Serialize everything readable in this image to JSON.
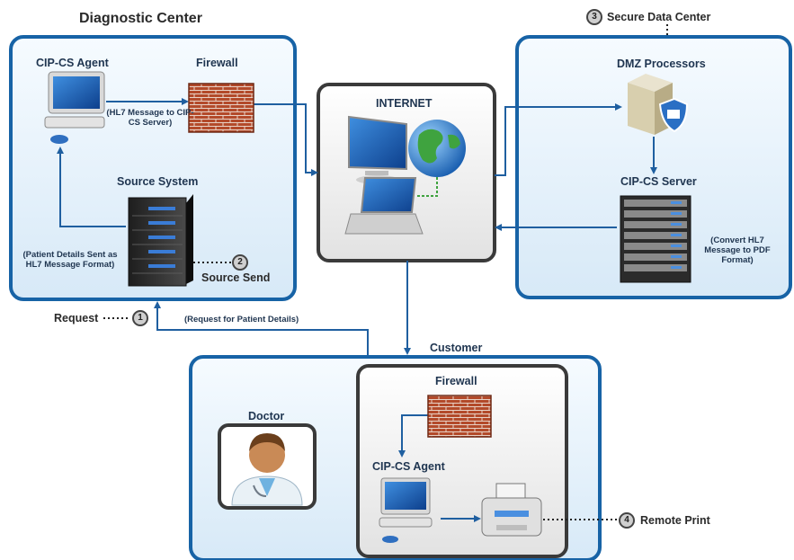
{
  "title": "Diagnostic Center",
  "diagnostic_center": {
    "agent_label": "CIP-CS Agent",
    "firewall_label": "Firewall",
    "hl7_note": "(HL7 Message to CIP-CS Server)",
    "source_system_label": "Source System",
    "patient_note": "(Patient Details Sent as HL7 Message Format)",
    "source_send": "Source Send",
    "source_send_number": "2"
  },
  "internet": {
    "label": "INTERNET"
  },
  "secure_data_center": {
    "label": "Secure Data Center",
    "number": "3",
    "dmz_label": "DMZ Processors",
    "server_label": "CIP-CS Server",
    "convert_note": "(Convert HL7 Message to PDF Format)"
  },
  "request": {
    "label": "Request",
    "number": "1",
    "note": "(Request for Patient Details)"
  },
  "customer": {
    "label": "Customer",
    "doctor_label": "Doctor",
    "firewall_label": "Firewall",
    "agent_label": "CIP-CS Agent"
  },
  "remote_print": {
    "label": "Remote Print",
    "number": "4"
  },
  "colors": {
    "panel_border": "#1763a6",
    "panel_fill": "#e6f2fb",
    "internet_fill": "#f2f2f2",
    "arrow": "#1f5fa0",
    "brick": "#b34a2a"
  },
  "icons": [
    "computer-icon",
    "firewall-icon",
    "server-rack-icon",
    "globe-icon",
    "laptop-icon",
    "shield-server-icon",
    "printer-icon",
    "doctor-icon"
  ]
}
